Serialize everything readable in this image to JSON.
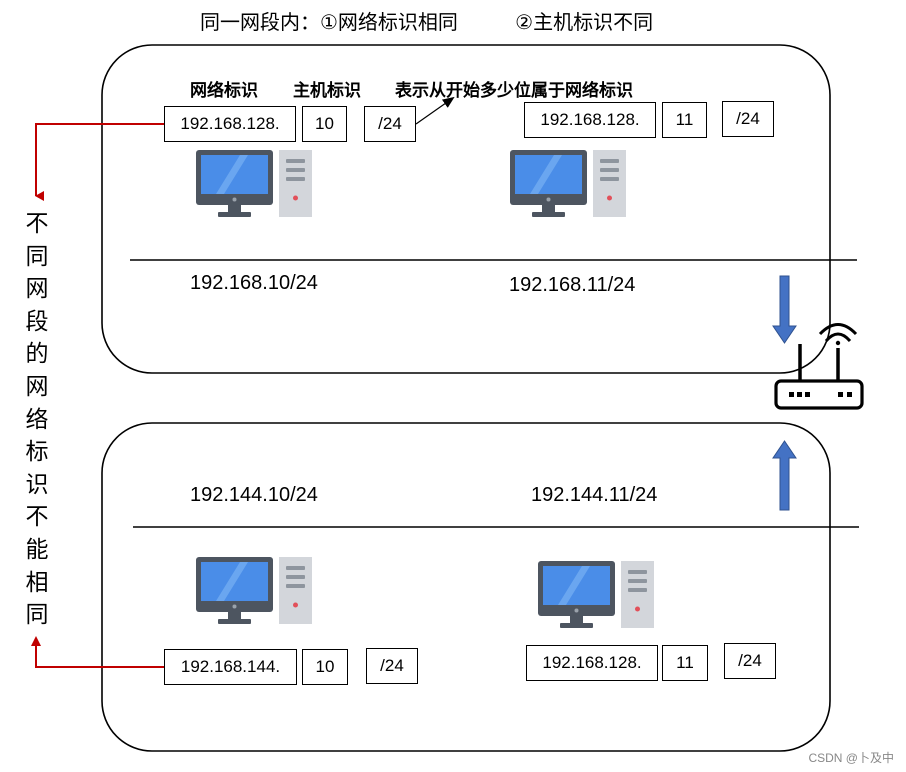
{
  "title": "同一网段内：①网络标识相同         ②主机标识不同",
  "headers": {
    "network_id": "网络标识",
    "host_id": "主机标识",
    "prefix_note": "表示从开始多少位属于网络标识"
  },
  "top_segment": {
    "host1": {
      "network": "192.168.128.",
      "host": "10",
      "prefix": "/24"
    },
    "host2": {
      "network": "192.168.128.",
      "host": "11",
      "prefix": "/24"
    },
    "subnet_left": "192.168.10/24",
    "subnet_right": "192.168.11/24"
  },
  "bottom_segment": {
    "subnet_left": "192.144.10/24",
    "subnet_right": "192.144.11/24",
    "host1": {
      "network": "192.168.144.",
      "host": "10",
      "prefix": "/24"
    },
    "host2": {
      "network": "192.168.128.",
      "host": "11",
      "prefix": "/24"
    }
  },
  "side_note": [
    "不",
    "同",
    "网",
    "段",
    "的",
    "网",
    "络",
    "标",
    "识",
    "不",
    "能",
    "相",
    "同"
  ],
  "watermark": "CSDN @卜及中",
  "colors": {
    "arrow_red": "#c00000",
    "arrow_blue": "#4472c4",
    "monitor_screen": "#4a8de8",
    "monitor_frame": "#4d5560",
    "tower": "#d3d6db"
  },
  "icons": [
    "computer-icon",
    "router-icon"
  ]
}
